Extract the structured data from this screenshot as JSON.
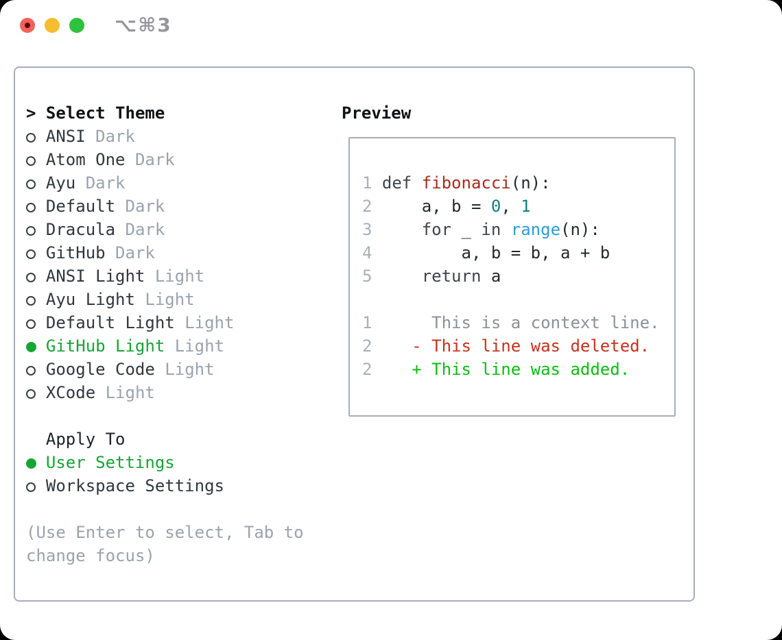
{
  "window": {
    "title": "⌥⌘3"
  },
  "colors": {
    "selected_green": "#16a534",
    "added_green": "#0dbc11",
    "deleted_red": "#c5321d",
    "function_red": "#a82b1e",
    "number_teal": "#117e80",
    "builtin_blue": "#2c9dd4",
    "muted_gray": "#9aa3ad",
    "text_dark": "#31373d",
    "border_gray": "#a5aeb8",
    "traffic_red": "#f2615c",
    "traffic_yellow": "#f7bd30",
    "traffic_green": "#2ec23e"
  },
  "left": {
    "prompt": ">",
    "title": "Select Theme",
    "themes": [
      {
        "name": "ANSI",
        "variant": "Dark",
        "selected": false
      },
      {
        "name": "Atom One",
        "variant": "Dark",
        "selected": false
      },
      {
        "name": "Ayu",
        "variant": "Dark",
        "selected": false
      },
      {
        "name": "Default",
        "variant": "Dark",
        "selected": false
      },
      {
        "name": "Dracula",
        "variant": "Dark",
        "selected": false
      },
      {
        "name": "GitHub",
        "variant": "Dark",
        "selected": false
      },
      {
        "name": "ANSI Light",
        "variant": "Light",
        "selected": false
      },
      {
        "name": "Ayu Light",
        "variant": "Light",
        "selected": false
      },
      {
        "name": "Default Light",
        "variant": "Light",
        "selected": false
      },
      {
        "name": "GitHub Light",
        "variant": "Light",
        "selected": true
      },
      {
        "name": "Google Code",
        "variant": "Light",
        "selected": false
      },
      {
        "name": "XCode",
        "variant": "Light",
        "selected": false
      }
    ],
    "apply_to": {
      "label": "Apply To",
      "options": [
        {
          "name": "User Settings",
          "selected": true
        },
        {
          "name": "Workspace Settings",
          "selected": false
        }
      ]
    },
    "hint": [
      "(Use Enter to select, Tab to",
      "change focus)"
    ]
  },
  "preview": {
    "title": "Preview",
    "code_lines": [
      {
        "num": "1",
        "segments": [
          {
            "text": "def ",
            "cls": "kw"
          },
          {
            "text": "fibonacci",
            "cls": "fn"
          },
          {
            "text": "(n):",
            "cls": "plain"
          }
        ]
      },
      {
        "num": "2",
        "segments": [
          {
            "text": "    a, b = ",
            "cls": "plain"
          },
          {
            "text": "0",
            "cls": "numlit"
          },
          {
            "text": ", ",
            "cls": "plain"
          },
          {
            "text": "1",
            "cls": "numlit"
          }
        ]
      },
      {
        "num": "3",
        "segments": [
          {
            "text": "    ",
            "cls": "plain"
          },
          {
            "text": "for",
            "cls": "kw"
          },
          {
            "text": " _ ",
            "cls": "plain"
          },
          {
            "text": "in",
            "cls": "kw"
          },
          {
            "text": " ",
            "cls": "plain"
          },
          {
            "text": "range",
            "cls": "blue"
          },
          {
            "text": "(n):",
            "cls": "plain"
          }
        ]
      },
      {
        "num": "4",
        "segments": [
          {
            "text": "        a, b = b, a + b",
            "cls": "plain"
          }
        ]
      },
      {
        "num": "5",
        "segments": [
          {
            "text": "    ",
            "cls": "plain"
          },
          {
            "text": "return",
            "cls": "kw"
          },
          {
            "text": " a",
            "cls": "plain"
          }
        ]
      }
    ],
    "diff_lines": [
      {
        "num": "1",
        "segments": [
          {
            "text": "     This is a context line.",
            "cls": "ctx"
          }
        ]
      },
      {
        "num": "2",
        "segments": [
          {
            "text": "   ",
            "cls": "plain"
          },
          {
            "text": "- This line was deleted.",
            "cls": "del"
          }
        ]
      },
      {
        "num": "2",
        "segments": [
          {
            "text": "   ",
            "cls": "plain"
          },
          {
            "text": "+ This line was added.",
            "cls": "add"
          }
        ]
      }
    ]
  }
}
